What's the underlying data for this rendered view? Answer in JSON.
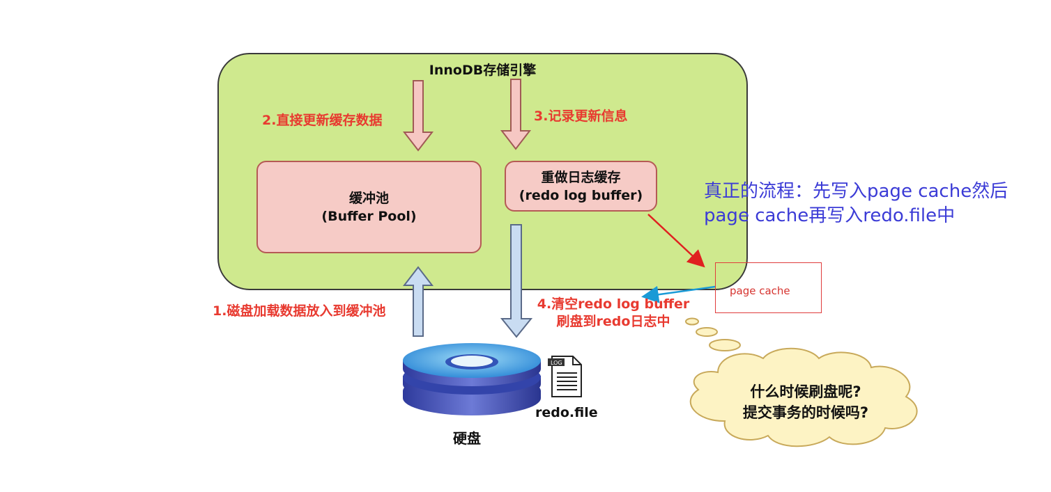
{
  "engine": {
    "title": "InnoDB存储引擎"
  },
  "buffer_pool": {
    "line1": "缓冲池",
    "line2": "(Buffer Pool)"
  },
  "redo_log_buffer": {
    "line1": "重做日志缓存",
    "line2": "(redo log buffer)"
  },
  "steps": {
    "step1": "1.磁盘加载数据放入到缓冲池",
    "step2": "2.直接更新缓存数据",
    "step3": "3.记录更新信息",
    "step4_line1": "4.清空redo log buffer",
    "step4_line2": "刷盘到redo日志中"
  },
  "note": {
    "line1": "真正的流程：先写入page cache然后",
    "line2": "page cache再写入redo.file中"
  },
  "page_cache": {
    "label": "page cache"
  },
  "disk": {
    "label": "硬盘"
  },
  "log_file": {
    "badge": "LOG",
    "label": "redo.file"
  },
  "cloud": {
    "line1": "什么时候刷盘呢?",
    "line2": "提交事务的时候吗?"
  },
  "colors": {
    "engine_fill": "#cfe98e",
    "box_fill": "#f6cbc6",
    "red_label": "#e83a30",
    "blue_note": "#3b3bd6",
    "pink_arrow": "#f6c7c3",
    "blue_arrow": "#c9dcf2",
    "cloud_fill": "#fdf3c4"
  }
}
